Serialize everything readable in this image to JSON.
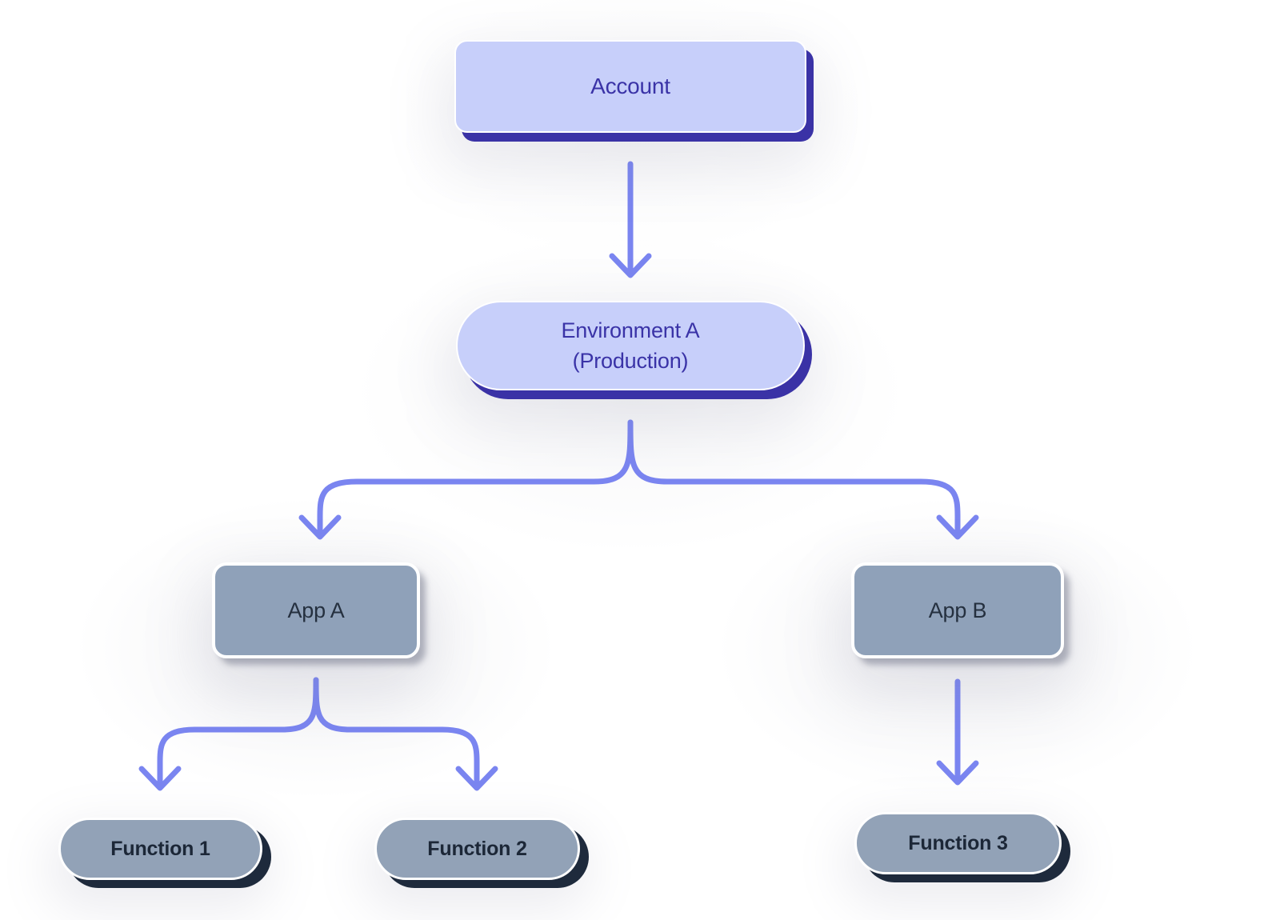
{
  "diagram": {
    "nodes": {
      "account": {
        "label": "Account",
        "shape": "rounded-rect",
        "style": "indigo"
      },
      "environment_a": {
        "label": "Environment A (Production)",
        "line1": "Environment A",
        "line2": "(Production)",
        "shape": "pill",
        "style": "indigo"
      },
      "app_a": {
        "label": "App A",
        "shape": "rounded-rect",
        "style": "slate"
      },
      "app_b": {
        "label": "App B",
        "shape": "rounded-rect",
        "style": "slate"
      },
      "function_1": {
        "label": "Function 1",
        "shape": "pill",
        "style": "slate"
      },
      "function_2": {
        "label": "Function 2",
        "shape": "pill",
        "style": "slate"
      },
      "function_3": {
        "label": "Function 3",
        "shape": "pill",
        "style": "slate"
      }
    },
    "edges": [
      {
        "from": "Account",
        "to": "Environment A (Production)"
      },
      {
        "from": "Environment A (Production)",
        "to": "App A"
      },
      {
        "from": "Environment A (Production)",
        "to": "App B"
      },
      {
        "from": "App A",
        "to": "Function 1"
      },
      {
        "from": "App A",
        "to": "Function 2"
      },
      {
        "from": "App B",
        "to": "Function 3"
      }
    ],
    "colors": {
      "indigo_fill": "#C7CFFA",
      "indigo_shadow": "#3A32A6",
      "indigo_text": "#3A33A7",
      "slate_fill": "#8FA1B9",
      "slate_pill_fill": "#92A2B7",
      "slate_shadow": "#1E2A3C",
      "slate_text": "#25303F",
      "arrow": "#7A85F0",
      "background": "#FFFFFF"
    }
  }
}
